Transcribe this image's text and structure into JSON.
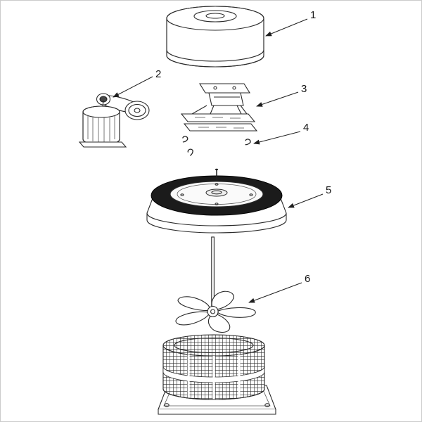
{
  "diagram": {
    "palette": {
      "ink": "#1f1f1f",
      "paper": "#ffffff",
      "dark_part": "#1b1b1b"
    },
    "callouts": [
      {
        "label": "1"
      },
      {
        "label": "2"
      },
      {
        "label": "3"
      },
      {
        "label": "4"
      },
      {
        "label": "5"
      },
      {
        "label": "6"
      }
    ]
  }
}
